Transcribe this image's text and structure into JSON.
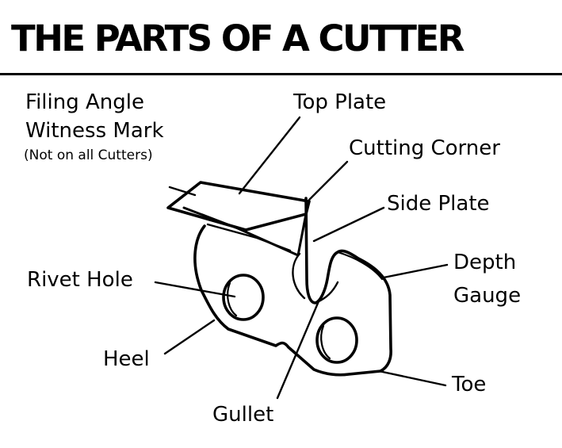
{
  "title": "THE PARTS OF A CUTTER",
  "labels": {
    "filing_angle_line1": "Filing Angle",
    "filing_angle_line2": "Witness Mark",
    "filing_angle_note": "(Not on all Cutters)",
    "top_plate": "Top Plate",
    "cutting_corner": "Cutting Corner",
    "side_plate": "Side Plate",
    "depth_gauge_line1": "Depth",
    "depth_gauge_line2": "Gauge",
    "rivet_hole": "Rivet Hole",
    "heel": "Heel",
    "gullet": "Gullet",
    "toe": "Toe"
  },
  "colors": {
    "ink": "#000000",
    "paper": "#ffffff"
  }
}
